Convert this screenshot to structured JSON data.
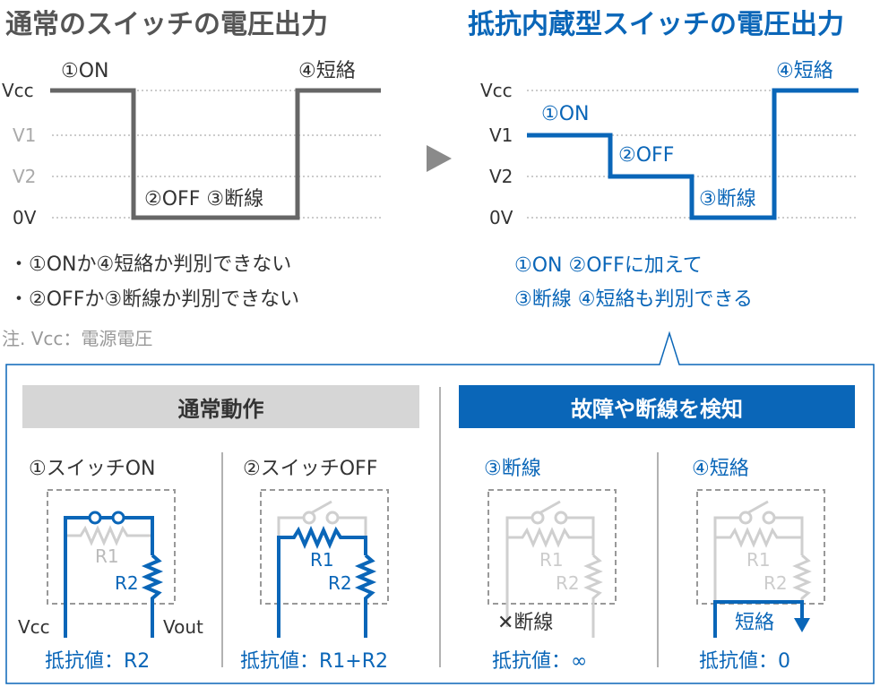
{
  "left_panel": {
    "title": "通常のスイッチの電圧出力",
    "y_labels": [
      "Vcc",
      "V1",
      "V2",
      "0V"
    ],
    "annotations": {
      "on": "①ON",
      "off_break": "②OFF ③断線",
      "short": "④短絡"
    },
    "notes": [
      "・①ONか④短絡か判別できない",
      "・②OFFか③断線か判別できない"
    ],
    "footnote": "注. Vcc：電源電圧"
  },
  "right_panel": {
    "title": "抵抗内蔵型スイッチの電圧出力",
    "y_labels": [
      "Vcc",
      "V1",
      "V2",
      "0V"
    ],
    "annotations": {
      "on": "①ON",
      "off": "②OFF",
      "break": "③断線",
      "short": "④短絡"
    },
    "summary": [
      "①ON ②OFFに加えて",
      "③断線 ④短絡も判別できる"
    ]
  },
  "bottom": {
    "normal_header": "通常動作",
    "fault_header": "故障や断線を検知",
    "columns": [
      {
        "title": "①スイッチON",
        "r1": "R1",
        "r2": "R2",
        "vcc": "Vcc",
        "vout": "Vout",
        "value": "抵抗値：R2"
      },
      {
        "title": "②スイッチOFF",
        "r1": "R1",
        "r2": "R2",
        "value": "抵抗値：R1+R2"
      },
      {
        "title": "③断線",
        "r1": "R1",
        "r2": "R2",
        "mark": "✕断線",
        "value": "抵抗値：∞"
      },
      {
        "title": "④短絡",
        "r1": "R1",
        "r2": "R2",
        "mark": "短絡",
        "value": "抵抗値：0"
      }
    ]
  },
  "colors": {
    "blue": "#0a66b8",
    "dark": "#555555",
    "gray_line": "#c9c9c9",
    "gray_text": "#9a9a9a",
    "header_gray": "#d6d6d6"
  }
}
